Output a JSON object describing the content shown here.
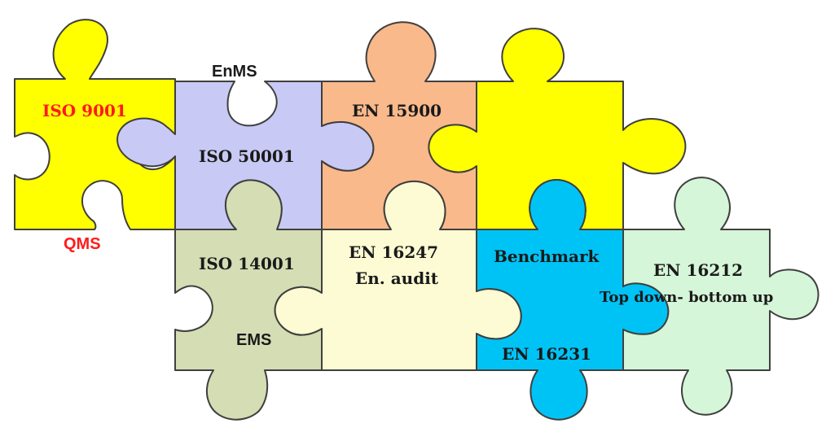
{
  "colors": {
    "yellow": "#ffff00",
    "lavender": "#c9c9f5",
    "peach": "#f9b98b",
    "sage": "#d4ddb3",
    "cream": "#fdfbd3",
    "cyan": "#00c3f5",
    "mint": "#d5f6d8",
    "outline": "#3f3f3f",
    "label_red": "#ff1a1a"
  },
  "pieces": {
    "iso9001": {
      "title": "ISO 9001",
      "caption": "QMS"
    },
    "iso50001": {
      "title": "ISO 50001",
      "caption": "EnMS"
    },
    "en15900": {
      "title": "EN 15900"
    },
    "iso14001": {
      "title": "ISO 14001",
      "caption": "EMS"
    },
    "en16247": {
      "title": "EN 16247",
      "subtitle": "En. audit"
    },
    "en16231": {
      "title": "EN 16231",
      "caption": "Benchmark"
    },
    "en16212": {
      "title": "EN 16212",
      "subtitle": "Top down- bottom up"
    }
  }
}
